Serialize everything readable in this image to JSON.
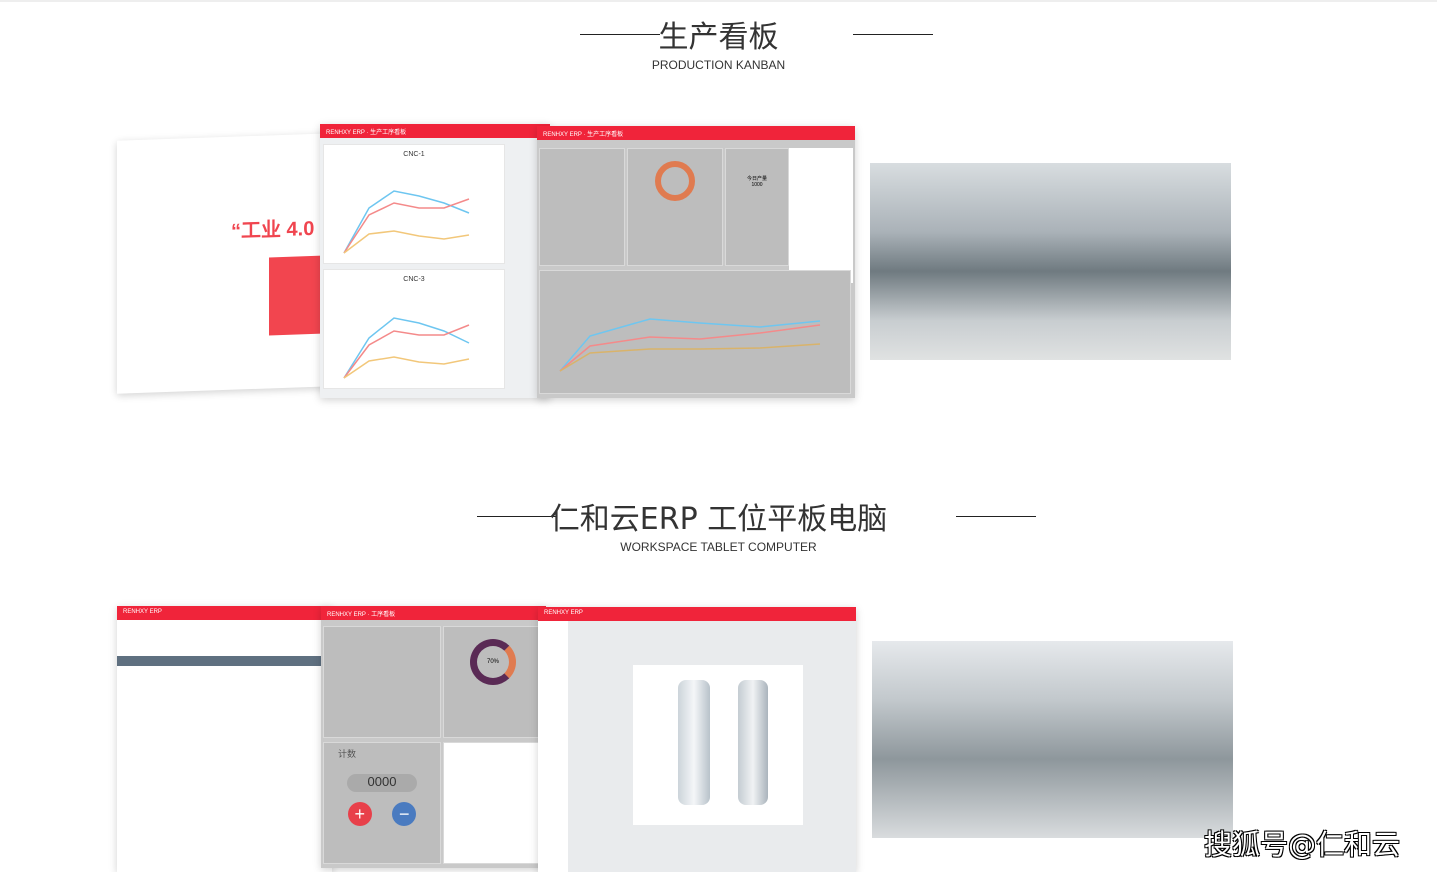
{
  "section1": {
    "title": "生产看板",
    "subtitle": "PRODUCTION KANBAN"
  },
  "section2": {
    "title": "仁和云ERP 工位平板电脑",
    "subtitle": "WORKSPACE TABLET COMPUTER"
  },
  "kanban": {
    "brand": "RENHXY ERP",
    "page": "生产工序看板",
    "slogan": "“工业 4.0",
    "chart1": "CNC-1",
    "chart2": "CNC-3",
    "donut_label": "今日产量",
    "donut_value": "1000"
  },
  "tablet": {
    "brand": "RENHXY ERP",
    "page": "工序看板",
    "counter_label": "计数",
    "counter_value": "0000",
    "ring_value": "70%"
  },
  "watermark": "搜狐号@仁和云",
  "colors": {
    "accent": "#f0243a",
    "line_blue": "#6ec6f0",
    "line_red": "#f48a8a",
    "line_yellow": "#f2c77a"
  }
}
